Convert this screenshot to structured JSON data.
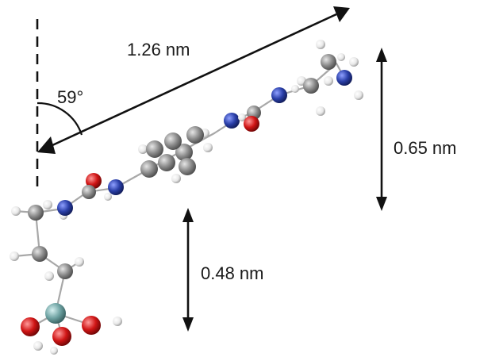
{
  "labels": {
    "length": "1.26 nm",
    "angle": "59°",
    "height_upper": "0.65 nm",
    "height_lower": "0.48 nm"
  },
  "colors": {
    "carbon": "#8c8c8c",
    "hydrogen": "#f2f2f2",
    "nitrogen": "#2a3fa8",
    "oxygen": "#d01515",
    "silicon": "#6fa3a3",
    "arrow": "#111111"
  }
}
